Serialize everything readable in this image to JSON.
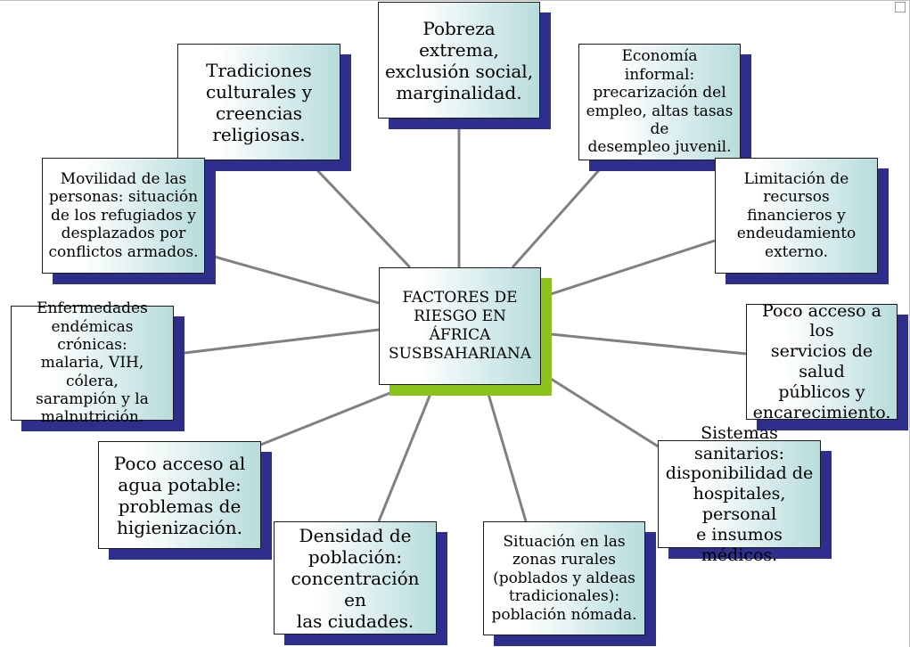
{
  "diagram": {
    "center": "FACTORES DE\nRIESGO EN\nÁFRICA\nSUSBSAHARIANA",
    "nodes": {
      "pobreza": "Pobreza extrema,\nexclusión social,\nmarginalidad.",
      "tradiciones": "Tradiciones\nculturales y\ncreencias\nreligiosas.",
      "economia": "Economía informal:\nprecarización del\nempleo, altas tasas de\ndesempleo juvenil.",
      "movilidad": "Movilidad de las\npersonas: situación\nde los refugiados y\ndesplazados por\nconflictos armados.",
      "limitacion": "Limitación de\nrecursos financieros y\nendeudamiento\nexterno.",
      "enfermedades": "Enfermedades\nendémicas crónicas:\nmalaria, VIH, cólera,\nsarampión y la\nmalnutrición.",
      "salud": "Poco acceso a los\nservicios de salud\npúblicos y\nencarecimiento.",
      "agua": "Poco acceso al\nagua potable:\nproblemas de\nhigienización.",
      "sanitarios": "Sistemas sanitarios:\ndisponibilidad de\nhospitales, personal\ne insumos médicos.",
      "densidad": "Densidad de\npoblación:\nconcentración en\nlas ciudades.",
      "rural": "Situación en las\nzonas rurales\n(poblados y aldeas\ntradicionales):\npoblación nómada."
    },
    "colors": {
      "node_shadow": "#2e2e8c",
      "center_shadow": "#8cc21c",
      "gradient_end": "#b7dcdc",
      "connector": "#808080"
    }
  }
}
